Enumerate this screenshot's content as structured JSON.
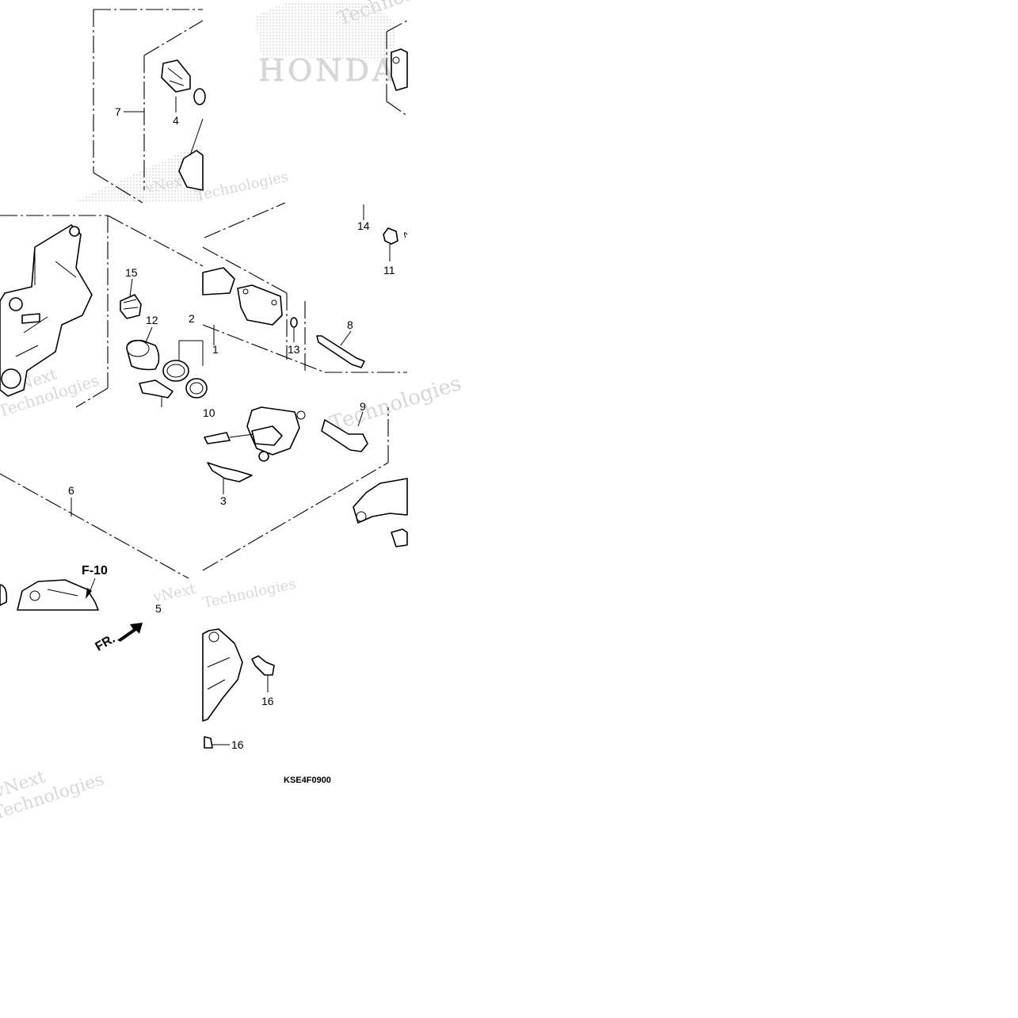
{
  "diagram": {
    "part_code": "KSE4F0900",
    "reference": "F-10",
    "front_arrow_label": "FR.",
    "callouts": [
      "1",
      "2",
      "3",
      "4",
      "5",
      "6",
      "7",
      "8",
      "9",
      "10",
      "11",
      "12",
      "13",
      "14",
      "15",
      "16",
      "16"
    ],
    "watermarks": {
      "brand": "HONDA",
      "lines": [
        "vNext",
        "Technologies"
      ]
    }
  }
}
